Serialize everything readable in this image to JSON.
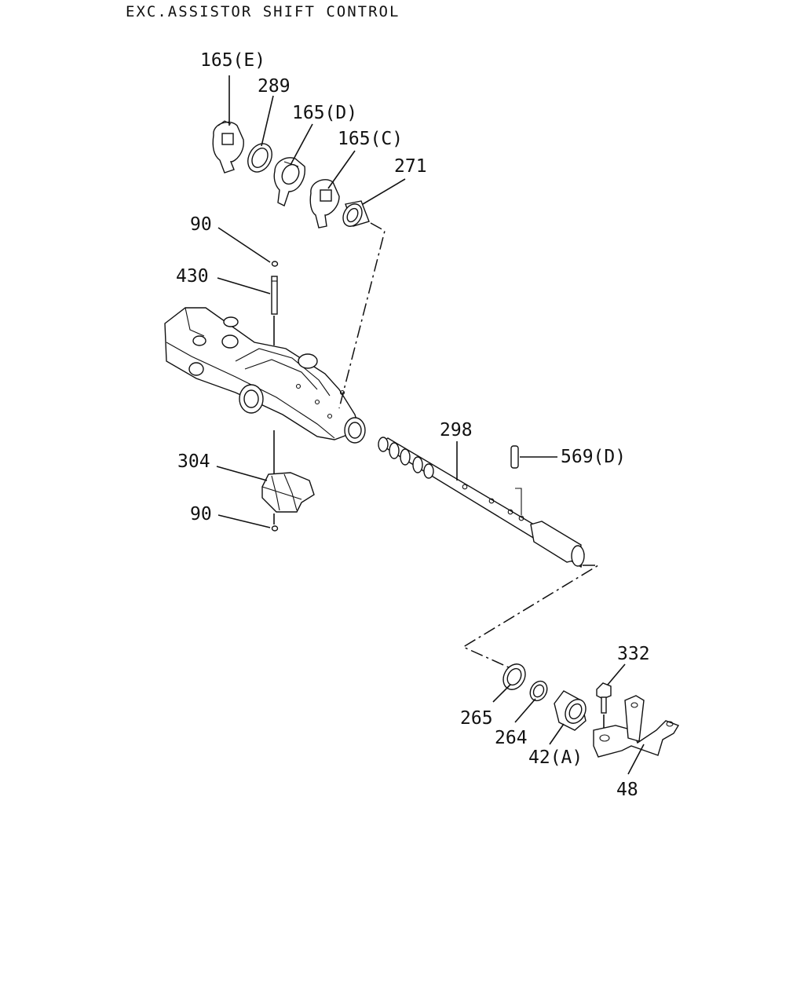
{
  "header": {
    "title": "EXC.ASSISTOR SHIFT CONTROL"
  },
  "callouts": {
    "c165e": "165(E)",
    "c289": "289",
    "c165d": "165(D)",
    "c165c": "165(C)",
    "c271": "271",
    "c90_top": "90",
    "c430": "430",
    "c298": "298",
    "c569d": "569(D)",
    "c304": "304",
    "c90_bottom": "90",
    "c332": "332",
    "c265": "265",
    "c264": "264",
    "c42a": "42(A)",
    "c48": "48"
  }
}
